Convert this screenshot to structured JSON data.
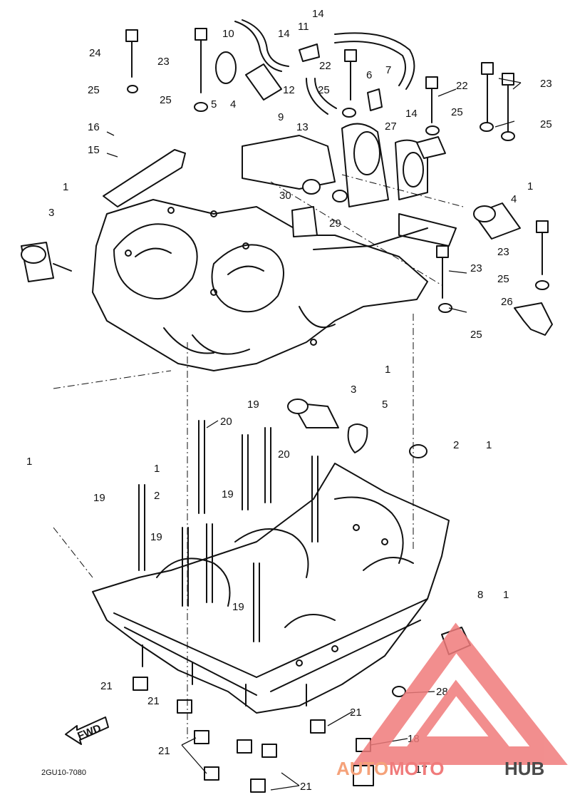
{
  "diagram": {
    "part_numbers": {
      "n1": "1",
      "n2": "2",
      "n3": "3",
      "n4": "4",
      "n5": "5",
      "n6": "6",
      "n7": "7",
      "n8": "8",
      "n9": "9",
      "n10": "10",
      "n11": "11",
      "n12": "12",
      "n13": "13",
      "n14": "14",
      "n15": "15",
      "n16": "16",
      "n17": "17",
      "n18": "18",
      "n19": "19",
      "n20": "20",
      "n21": "21",
      "n22": "22",
      "n23": "23",
      "n24": "24",
      "n25": "25",
      "n26": "26",
      "n27": "27",
      "n28": "28",
      "n29": "29",
      "n30": "30"
    },
    "fwd_arrow_label": "FWD",
    "drawing_code": "2GU10-7080"
  },
  "watermark": {
    "text_auto": "AUTO",
    "text_moto": "MOTO",
    "text_hub": "HUB",
    "colors": {
      "auto": "#f5a27a",
      "moto": "#f07b7b",
      "hub": "#4a4a4a",
      "triangle": "#f07b7b"
    }
  }
}
